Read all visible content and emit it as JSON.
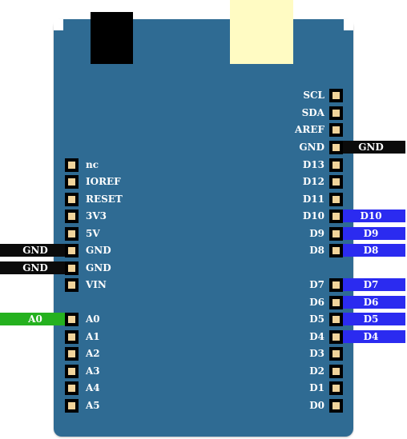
{
  "left_pins": [
    {
      "label": "nc"
    },
    {
      "label": "IOREF"
    },
    {
      "label": "RESET"
    },
    {
      "label": "3V3"
    },
    {
      "label": "5V"
    },
    {
      "label": "GND"
    },
    {
      "label": "GND"
    },
    {
      "label": "VIN"
    },
    {
      "label": "A0"
    },
    {
      "label": "A1"
    },
    {
      "label": "A2"
    },
    {
      "label": "A3"
    },
    {
      "label": "A4"
    },
    {
      "label": "A5"
    }
  ],
  "right_pins": [
    {
      "label": "SCL"
    },
    {
      "label": "SDA"
    },
    {
      "label": "AREF"
    },
    {
      "label": "GND"
    },
    {
      "label": "D13"
    },
    {
      "label": "D12"
    },
    {
      "label": "D11"
    },
    {
      "label": "D10"
    },
    {
      "label": "D9"
    },
    {
      "label": "D8"
    },
    {
      "label": "D7"
    },
    {
      "label": "D6"
    },
    {
      "label": "D5"
    },
    {
      "label": "D4"
    },
    {
      "label": "D3"
    },
    {
      "label": "D2"
    },
    {
      "label": "D1"
    },
    {
      "label": "D0"
    }
  ],
  "wires": {
    "left": [
      {
        "pin": "GND",
        "label": "GND",
        "color": "#0b0b0b"
      },
      {
        "pin": "GND",
        "label": "GND",
        "color": "#0b0b0b"
      },
      {
        "pin": "A0",
        "label": "A0",
        "color": "#25b11f"
      }
    ],
    "right": [
      {
        "pin": "GND",
        "label": "GND",
        "color": "#0b0b0b"
      },
      {
        "pin": "D10",
        "label": "D10",
        "color": "#2b2bf0"
      },
      {
        "pin": "D9",
        "label": "D9",
        "color": "#2b2bf0"
      },
      {
        "pin": "D8",
        "label": "D8",
        "color": "#2b2bf0"
      },
      {
        "pin": "D7",
        "label": "D7",
        "color": "#2b2bf0"
      },
      {
        "pin": "D6",
        "label": "D6",
        "color": "#2b2bf0"
      },
      {
        "pin": "D5",
        "label": "D5",
        "color": "#2b2bf0"
      },
      {
        "pin": "D4",
        "label": "D4",
        "color": "#2b2bf0"
      }
    ]
  },
  "colors": {
    "board": "#2f6b93",
    "pin_pad": "#f1d49b",
    "usb": "#fffbc3",
    "jack": "#000000"
  }
}
